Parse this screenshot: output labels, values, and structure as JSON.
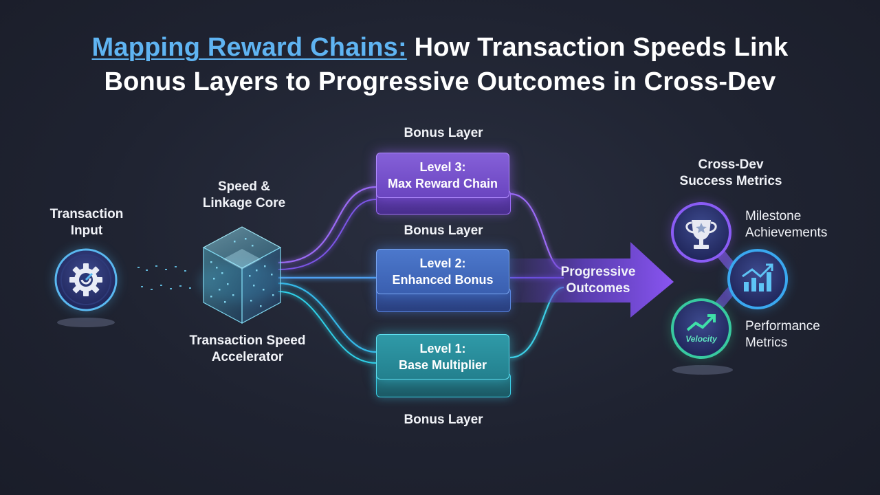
{
  "title": {
    "highlight": "Mapping Reward Chains:",
    "line1_rest": " How Transaction Speeds Link",
    "line2": "Bonus Layers to Progressive Outcomes in Cross-Dev"
  },
  "input": {
    "label_line1": "Transaction",
    "label_line2": "Input",
    "icon": "gear-icon"
  },
  "core": {
    "top_line1": "Speed &",
    "top_line2": "Linkage Core",
    "bottom_line1": "Transaction Speed",
    "bottom_line2": "Accelerator",
    "icon": "cube-icon"
  },
  "layers": {
    "label_top": "Bonus Layer",
    "label_mid": "Bonus Layer",
    "label_bottom": "Bonus Layer",
    "level3": {
      "line1": "Level 3:",
      "line2": "Max Reward Chain",
      "color": "#7b4fd1"
    },
    "level2": {
      "line1": "Level 2:",
      "line2": "Enhanced Bonus",
      "color": "#3f66b8"
    },
    "level1": {
      "line1": "Level 1:",
      "line2": "Base Multiplier",
      "color": "#2a8c9c"
    }
  },
  "outcomes": {
    "line1": "Progressive",
    "line2": "Outcomes",
    "color": "#7a45e6"
  },
  "metrics": {
    "header_line1": "Cross-Dev",
    "header_line2": "Success Metrics",
    "milestone_line1": "Milestone",
    "milestone_line2": "Achievements",
    "performance_line1": "Performance",
    "performance_line2": "Metrics",
    "velocity_text": "Velocity",
    "icons": [
      "trophy-icon",
      "bar-chart-icon",
      "trend-up-icon"
    ]
  },
  "colors": {
    "background": "#1f2331",
    "accent_blue": "#5fb4f2",
    "accent_purple": "#8a5cf5",
    "accent_cyan": "#3ccfe6"
  }
}
